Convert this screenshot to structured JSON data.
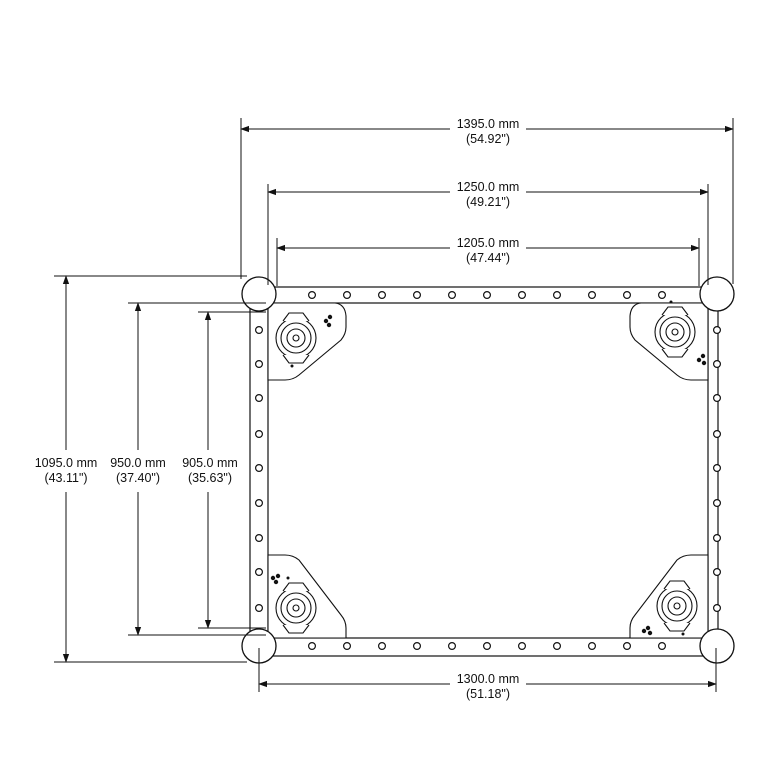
{
  "dimensions": {
    "overall_width": {
      "mm": "1395.0 mm",
      "inch": "(54.92\")"
    },
    "frame_width": {
      "mm": "1250.0 mm",
      "inch": "(49.21\")"
    },
    "inner_width": {
      "mm": "1205.0 mm",
      "inch": "(47.44\")"
    },
    "bottom_width": {
      "mm": "1300.0 mm",
      "inch": "(51.18\")"
    },
    "overall_depth": {
      "mm": "1095.0 mm",
      "inch": "(43.11\")"
    },
    "frame_depth": {
      "mm": "950.0 mm",
      "inch": "(37.40\")"
    },
    "inner_depth": {
      "mm": "905.0 mm",
      "inch": "(35.63\")"
    }
  },
  "colors": {
    "line": "#111111",
    "background": "#ffffff"
  },
  "icons": {
    "corner_post": "circle",
    "mount_hole": "circle",
    "caster": "round-caster-plate"
  }
}
